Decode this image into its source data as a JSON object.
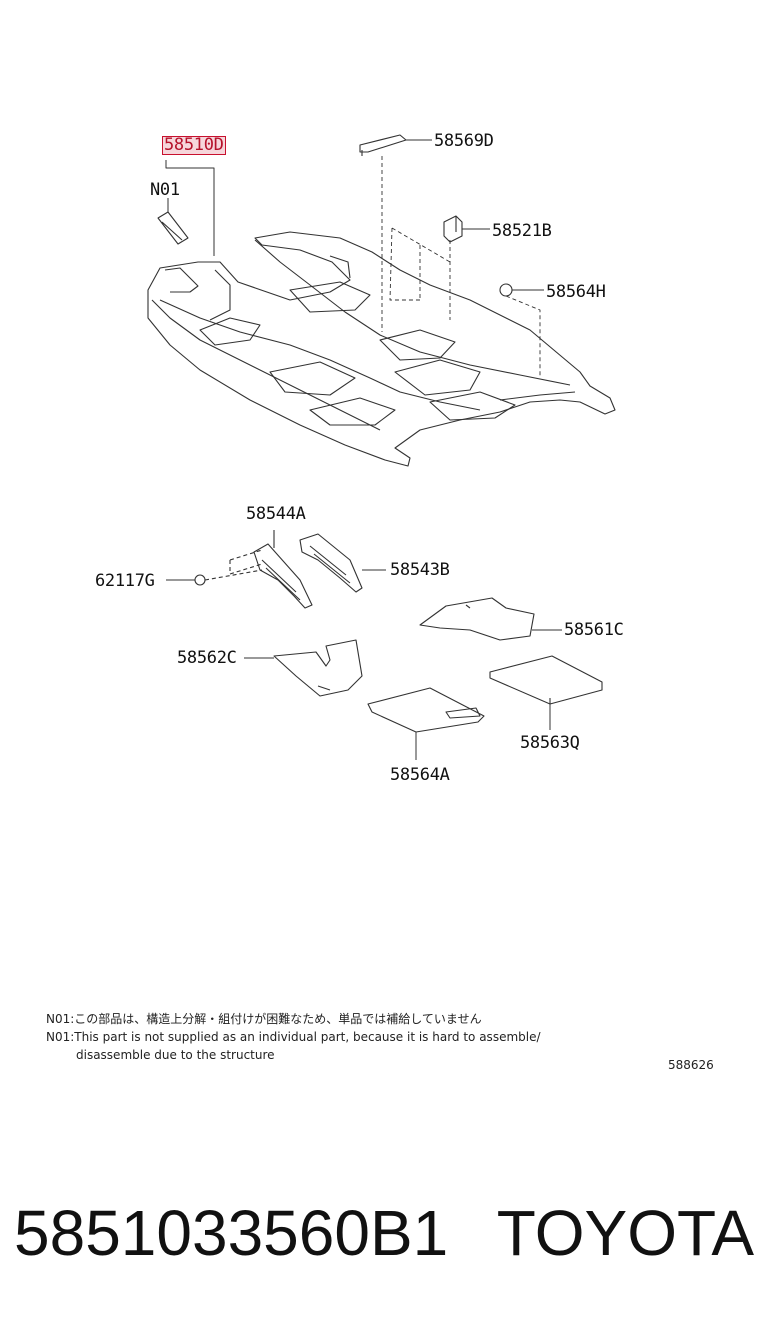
{
  "diagram": {
    "callouts": {
      "c58510D": "58510D",
      "n01": "N01",
      "c58569D": "58569D",
      "c58521B": "58521B",
      "c58564H": "58564H",
      "c58544A": "58544A",
      "c58543B": "58543B",
      "c62117G": "62117G",
      "c58561C": "58561C",
      "c58562C": "58562C",
      "c58563Q": "58563Q",
      "c58564A": "58564A"
    },
    "notes": {
      "line1": "N01:この部品は、構造上分解・組付けが困難なため、単品では補給していません",
      "line2": "N01:This part is not supplied as an individual part,  because it is hard to assemble/",
      "line3": "disassemble due to the structure"
    },
    "ref_number": "588626",
    "highlight_color": "#c8102e"
  },
  "footer": {
    "part_number": "5851033560B1",
    "brand": "TOYOTA"
  }
}
